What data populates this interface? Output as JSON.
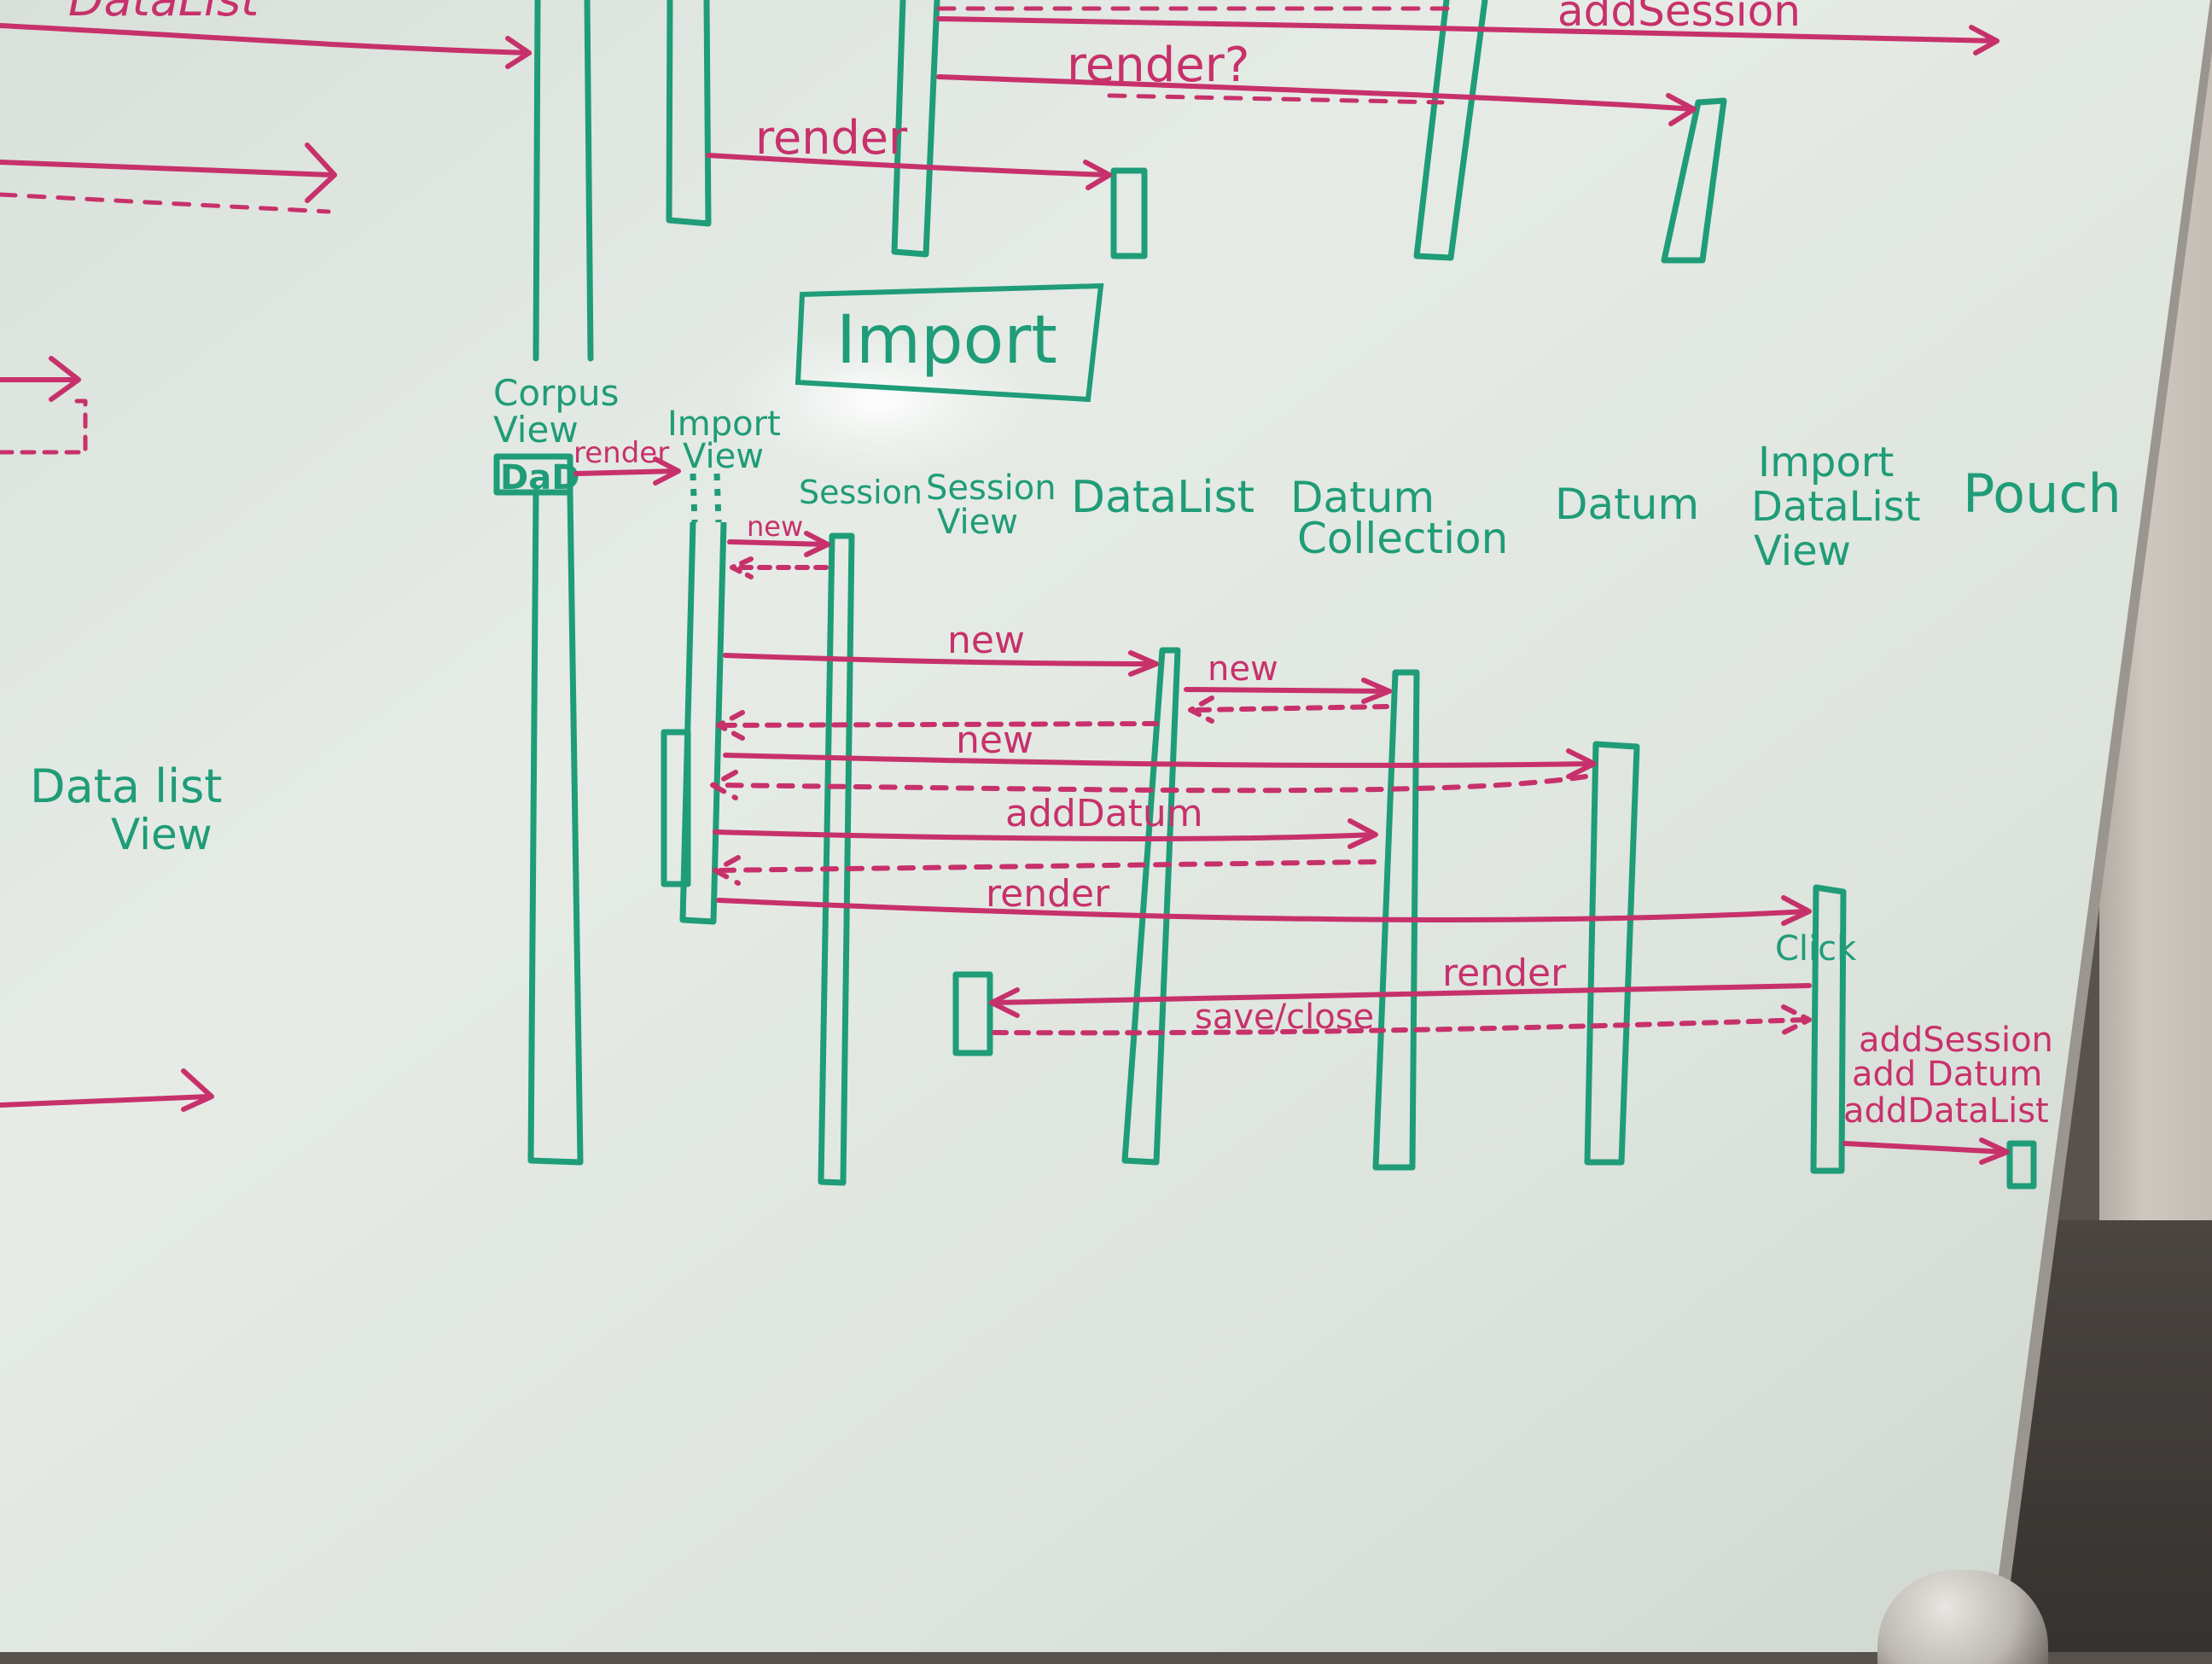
{
  "colors": {
    "marker_green": "#1f9c78",
    "marker_pink": "#c7316b",
    "board": "#dfe5df"
  },
  "top_fragment": {
    "partial_left_label": "DataList",
    "add_session": "addSession",
    "render_question": "render?",
    "render": "render"
  },
  "section_title": "Import",
  "participants": {
    "corpus_view_line1": "Corpus",
    "corpus_view_line2": "View",
    "corpus_view_box": "DaD",
    "import_view_line1": "Import",
    "import_view_line2": "View",
    "session": "Session",
    "session_view_line1": "Session",
    "session_view_line2": "View",
    "datalist": "DataList",
    "datum_collection_line1": "Datum",
    "datum_collection_line2": "Collection",
    "datum": "Datum",
    "import_datalist_view_line1": "Import",
    "import_datalist_view_line2": "DataList",
    "import_datalist_view_line3": "View",
    "pouch": "Pouch"
  },
  "side_label_line1": "Data list",
  "side_label_line2": "View",
  "messages": {
    "render_corpus": "render",
    "new_session": "new",
    "new_datalist": "new",
    "new_datum_collection": "new",
    "new_datum": "new",
    "add_datum": "addDatum",
    "render_import_datalist": "render",
    "click": "Click",
    "render_session_view": "render",
    "save_close": "save/close",
    "add_session": "addSession",
    "add_datum_pouch": "add Datum",
    "add_datalist_pouch": "addDataList"
  }
}
